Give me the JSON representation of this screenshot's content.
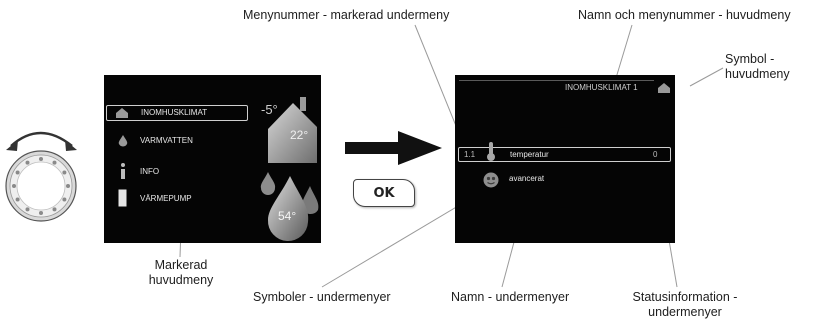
{
  "annotations": {
    "menu_number_submenu": "Menynummer - markerad undermeny",
    "name_menu_number_main": "Namn och menynummer - huvudmeny",
    "symbol_main_line1": "Symbol -",
    "symbol_main_line2": "huvudmeny",
    "marked_main_line1": "Markerad",
    "marked_main_line2": "huvudmeny",
    "symbols_submenus": "Symboler - undermenyer",
    "name_submenus": "Namn - undermenyer",
    "status_line1": "Statusinformation -",
    "status_line2": "undermenyer"
  },
  "main_menu": {
    "items": [
      {
        "label": "INOMHUSKLIMAT",
        "icon": "house-icon",
        "selected": true
      },
      {
        "label": "VARMVATTEN",
        "icon": "drop-icon",
        "selected": false
      },
      {
        "label": "INFO",
        "icon": "info-icon",
        "selected": false
      },
      {
        "label": "VÄRMEPUMP",
        "icon": "heat-pump-icon",
        "selected": false
      }
    ],
    "outdoor_temp": "-5°",
    "indoor_temp": "22°",
    "water_temp": "54°"
  },
  "ok_button": {
    "label": "OK"
  },
  "submenu_screen": {
    "header_title": "INOMHUSKLIMAT 1",
    "rows": [
      {
        "number": "1.1",
        "label": "temperatur",
        "status": "0",
        "icon": "thermometer-icon",
        "selected": true
      },
      {
        "number": "",
        "label": "avancerat",
        "status": "",
        "icon": "gear-icon",
        "selected": false
      }
    ]
  },
  "colors": {
    "screen_bg": "#050505",
    "screen_text": "#e8e8e8",
    "icon_grey": "#9a9a9a",
    "annotation_line": "#9a9a9a"
  }
}
